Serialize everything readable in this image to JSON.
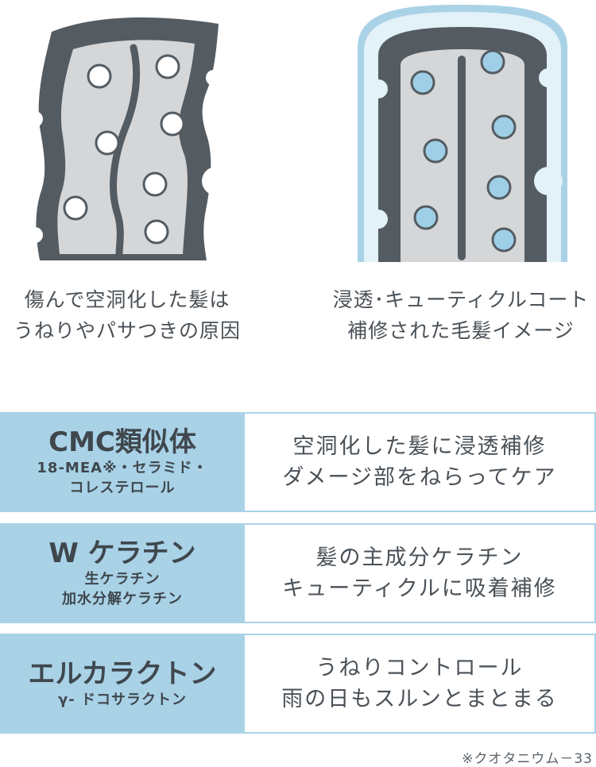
{
  "captions": {
    "left": [
      "傷んで空洞化した髪は",
      "うねりやパサつきの原因"
    ],
    "right": [
      "浸透･キューティクルコート",
      "補修された毛髪イメージ"
    ]
  },
  "rows": [
    {
      "title": "CMC類似体",
      "sub": [
        "18-MEA※・セラミド・",
        "コレステロール"
      ],
      "desc": [
        "空洞化した髪に浸透補修",
        "ダメージ部をねらってケア"
      ]
    },
    {
      "title": "W ケラチン",
      "sub": [
        "生ケラチン",
        "加水分解ケラチン"
      ],
      "desc": [
        "髪の主成分ケラチン",
        "キューティクルに吸着補修"
      ]
    },
    {
      "title": "エルカラクトン",
      "sub": [
        "γ- ドコサラクトン"
      ],
      "desc": [
        "うねりコントロール",
        "雨の日もスルンとまとまる"
      ]
    }
  ],
  "footnote": "※クオタニウム－33",
  "colors": {
    "dark": "#545c62",
    "core": "#d4d6d8",
    "light_blue": "#a9d2e7",
    "pale_blue": "#e3f1f8",
    "dot_fill_blue": "#9fcfe6"
  }
}
